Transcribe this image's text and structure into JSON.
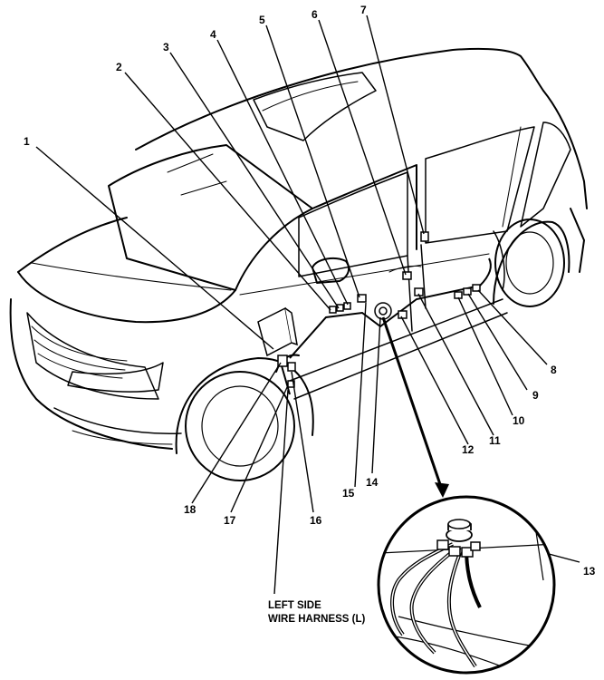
{
  "diagram": {
    "callouts": [
      {
        "id": "c1",
        "label": "1"
      },
      {
        "id": "c2",
        "label": "2"
      },
      {
        "id": "c3",
        "label": "3"
      },
      {
        "id": "c4",
        "label": "4"
      },
      {
        "id": "c5",
        "label": "5"
      },
      {
        "id": "c6",
        "label": "6"
      },
      {
        "id": "c7",
        "label": "7"
      },
      {
        "id": "c8",
        "label": "8"
      },
      {
        "id": "c9",
        "label": "9"
      },
      {
        "id": "c10",
        "label": "10"
      },
      {
        "id": "c11",
        "label": "11"
      },
      {
        "id": "c12",
        "label": "12"
      },
      {
        "id": "c13",
        "label": "13"
      },
      {
        "id": "c14",
        "label": "14"
      },
      {
        "id": "c15",
        "label": "15"
      },
      {
        "id": "c16",
        "label": "16"
      },
      {
        "id": "c17",
        "label": "17"
      },
      {
        "id": "c18",
        "label": "18"
      }
    ],
    "harness_label": {
      "line1": "LEFT SIDE",
      "line2": "WIRE HARNESS (L)"
    }
  }
}
